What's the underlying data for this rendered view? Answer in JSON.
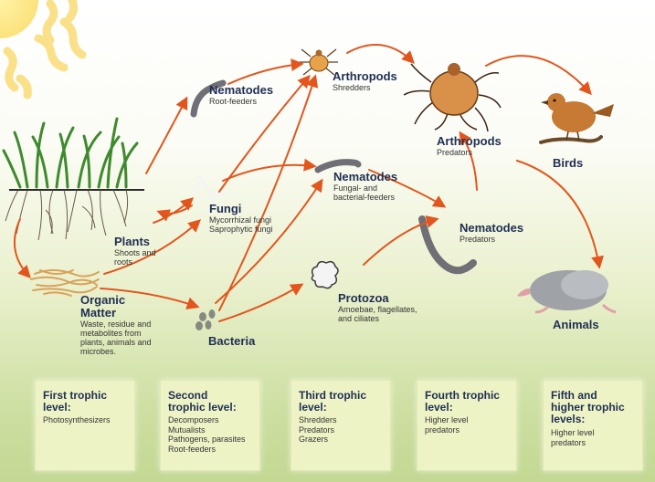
{
  "organisms": {
    "plants": {
      "title": "Plants",
      "sub": "Shoots and\nroots"
    },
    "organic_matter": {
      "title": "Organic\nMatter",
      "sub": "Waste, residue and\nmetabolites from\nplants, animals and\nmicrobes."
    },
    "nematodes_root": {
      "title": "Nematodes",
      "sub": "Root-feeders"
    },
    "fungi": {
      "title": "Fungi",
      "sub": "Mycorrhizal fungi\nSaprophytic fungi"
    },
    "bacteria": {
      "title": "Bacteria"
    },
    "arthropods_shredders": {
      "title": "Arthropods",
      "sub": "Shredders"
    },
    "nematodes_fungal": {
      "title": "Nematodes",
      "sub": "Fungal- and\nbacterial-feeders"
    },
    "protozoa": {
      "title": "Protozoa",
      "sub": "Amoebae, flagellates,\nand ciliates"
    },
    "arthropods_predators": {
      "title": "Arthropods",
      "sub": "Predators"
    },
    "nematodes_predators": {
      "title": "Nematodes",
      "sub": "Predators"
    },
    "birds": {
      "title": "Birds"
    },
    "animals": {
      "title": "Animals"
    }
  },
  "levels": [
    {
      "title": "First trophic\nlevel:",
      "body": "Photosynthesizers"
    },
    {
      "title": "Second\ntrophic level:",
      "body": "Decomposers\nMutualists\nPathogens, parasites\nRoot-feeders"
    },
    {
      "title": "Third trophic\nlevel:",
      "body": "Shredders\nPredators\nGrazers"
    },
    {
      "title": "Fourth trophic\nlevel:",
      "body": "Higher level\npredators"
    },
    {
      "title": "Fifth and\nhigher trophic\nlevels:",
      "body": "Higher level\npredators"
    }
  ],
  "colors": {
    "arrow": "#e2561e",
    "title_text": "#1f2f52",
    "level_box": "#eef3c6"
  }
}
